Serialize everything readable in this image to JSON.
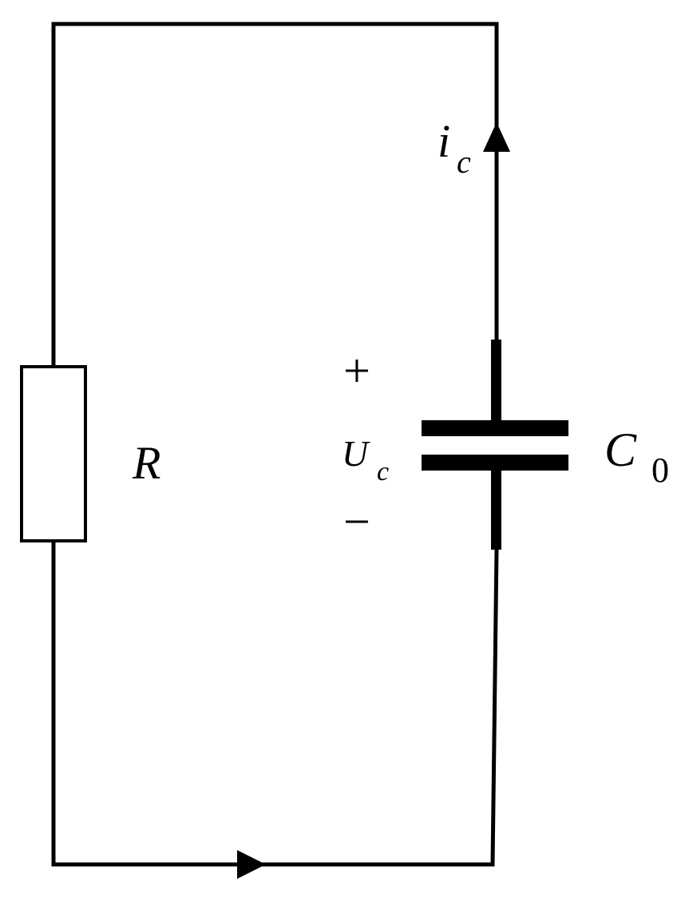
{
  "labels": {
    "resistor": "R",
    "current_main": "i",
    "current_sub": "c",
    "voltage_main": "U",
    "voltage_sub": "c",
    "capacitor_main": "C",
    "capacitor_sub": "0",
    "plus": "+",
    "minus": "−"
  },
  "colors": {
    "stroke": "#000000",
    "background": "#ffffff"
  }
}
